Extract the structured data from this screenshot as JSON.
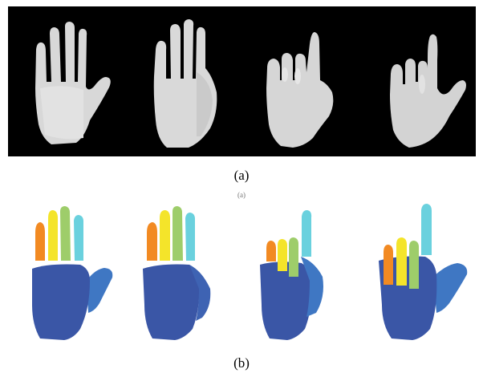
{
  "figure": {
    "panel_a": {
      "caption": "(a)",
      "colors": {
        "background": "#000000",
        "hand_light": "#dcdcdc",
        "hand_mid": "#cfcfcf",
        "hand_shadow": "#bdbdbd"
      }
    },
    "panel_b": {
      "caption": "(b)",
      "colors": {
        "palm": "#3a56a6",
        "palm_shade": "#3e63b3",
        "thumb": "#3f77c3",
        "index": "#6ad1de",
        "middle": "#9ecd6a",
        "ring": "#f4e42a",
        "pinky": "#f28a22"
      }
    },
    "artifact_text": "(a)"
  }
}
